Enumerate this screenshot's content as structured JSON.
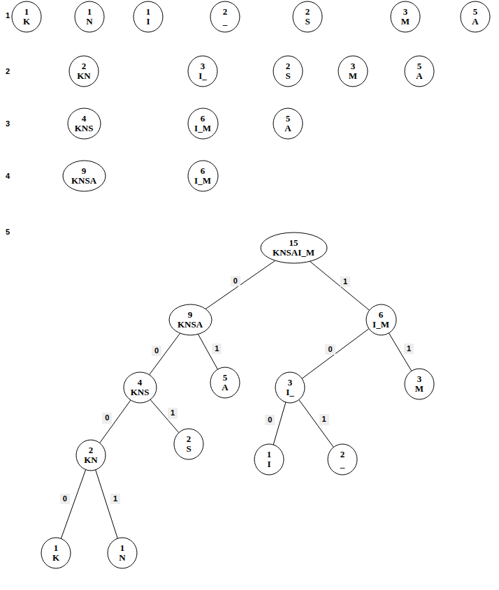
{
  "diagram": {
    "nodes": [
      {
        "text": [
          "1",
          "K"
        ]
      },
      {
        "text": [
          "1",
          "N"
        ]
      },
      {
        "text": [
          "1",
          "I"
        ]
      },
      {
        "text": [
          "2",
          "_"
        ]
      },
      {
        "text": [
          "2",
          "S"
        ]
      },
      {
        "text": [
          "3",
          "M"
        ]
      },
      {
        "text": [
          "5",
          "A"
        ]
      },
      {
        "text": [
          "2",
          "KN"
        ]
      },
      {
        "text": [
          "3",
          "I_"
        ]
      },
      {
        "text": [
          "2",
          "S"
        ]
      },
      {
        "text": [
          "3",
          "M"
        ]
      },
      {
        "text": [
          "5",
          "A"
        ]
      },
      {
        "text": [
          "4",
          "KNS"
        ]
      },
      {
        "text": [
          "6",
          "I_M"
        ]
      },
      {
        "text": [
          "5",
          "A"
        ]
      },
      {
        "text": [
          "9",
          "KNSA"
        ]
      },
      {
        "text": [
          "6",
          "I_M"
        ]
      },
      {
        "text": [
          "15",
          "KNSAI_M"
        ]
      },
      {
        "text": [
          "9",
          "KNSA"
        ]
      },
      {
        "text": [
          "6",
          "I_M"
        ]
      },
      {
        "text": [
          "4",
          "KNS"
        ]
      },
      {
        "text": [
          "5",
          "A"
        ]
      },
      {
        "text": [
          "3",
          "I_"
        ]
      },
      {
        "text": [
          "3",
          "M"
        ]
      },
      {
        "text": [
          "2",
          "KN"
        ]
      },
      {
        "text": [
          "2",
          "S"
        ]
      },
      {
        "text": [
          "1",
          "I"
        ]
      },
      {
        "text": [
          "2",
          "_"
        ]
      },
      {
        "text": [
          "1",
          "K"
        ]
      },
      {
        "text": [
          "1",
          "N"
        ]
      }
    ],
    "edges": [
      {
        "from": 17,
        "to": 18,
        "arrow": "none",
        "label": "0"
      },
      {
        "from": 17,
        "to": 19,
        "arrow": "none",
        "label": "1"
      },
      {
        "from": 18,
        "to": 20,
        "arrow": "none",
        "label": "0"
      },
      {
        "from": 18,
        "to": 21,
        "arrow": "none",
        "label": "1"
      },
      {
        "from": 19,
        "to": 22,
        "arrow": "none",
        "label": "0"
      },
      {
        "from": 19,
        "to": 23,
        "arrow": "none",
        "label": "1"
      },
      {
        "from": 20,
        "to": 24,
        "arrow": "none",
        "label": "0"
      },
      {
        "from": 20,
        "to": 25,
        "arrow": "none",
        "label": "1"
      },
      {
        "from": 22,
        "to": 26,
        "arrow": "none",
        "label": "0"
      },
      {
        "from": 22,
        "to": 27,
        "arrow": "none",
        "label": "1"
      },
      {
        "from": 24,
        "to": 28,
        "arrow": "none",
        "label": "0"
      },
      {
        "from": 24,
        "to": 29,
        "arrow": "none",
        "label": "1"
      }
    ],
    "labels": [
      "1",
      "2",
      "3",
      "4",
      "5"
    ]
  }
}
